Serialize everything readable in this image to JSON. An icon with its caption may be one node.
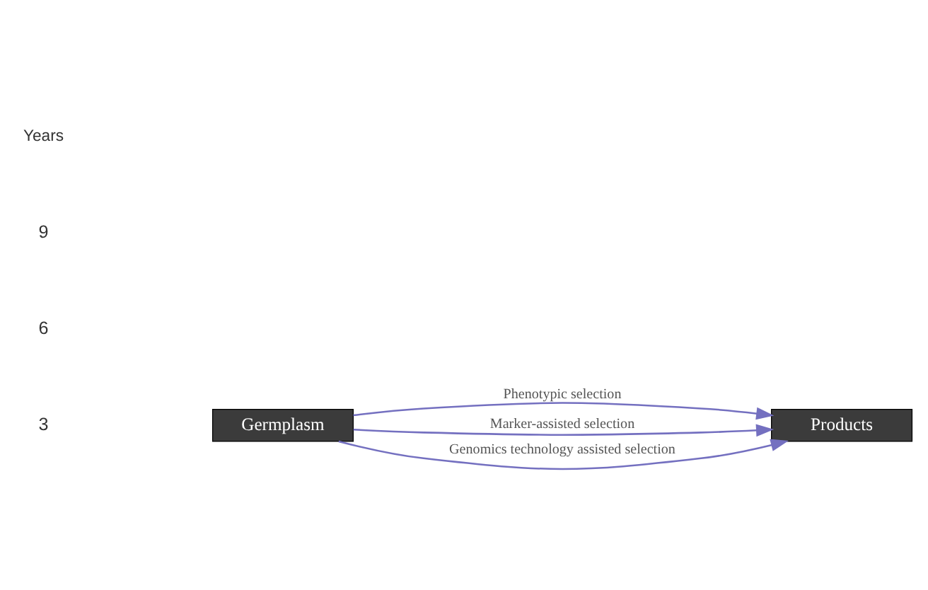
{
  "diagram": {
    "nodes": [
      {
        "text": [
          "Germplasm"
        ]
      },
      {
        "text": [
          "Products"
        ]
      }
    ],
    "edges": [
      {
        "from": 0,
        "to": 1,
        "arrow": "to",
        "label": "Phenotypic selection"
      },
      {
        "from": 0,
        "to": 1,
        "arrow": "to",
        "label": "Marker-assisted selection"
      },
      {
        "from": 0,
        "to": 1,
        "arrow": "to",
        "label": "Genomics technology assisted selection"
      }
    ],
    "labels": [
      "Years",
      "9",
      "6",
      "3"
    ]
  }
}
